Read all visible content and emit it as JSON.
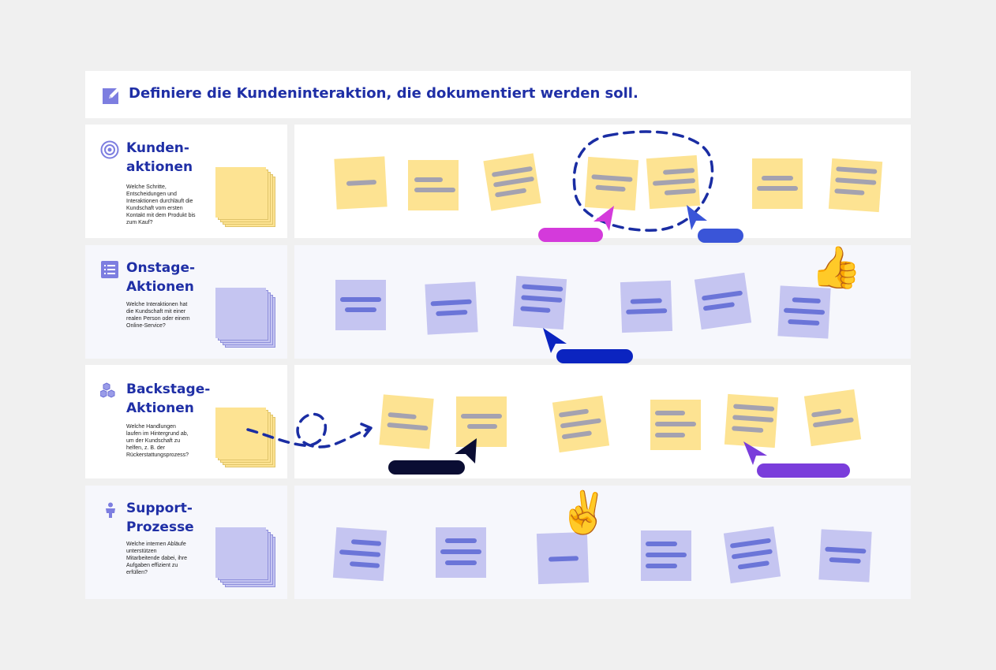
{
  "header": {
    "title": "Definiere die Kundeninteraktion, die dokumentiert werden soll.",
    "icon": "pencil-square-icon"
  },
  "lanes": [
    {
      "title": "Kunden-\naktionen",
      "description": "Welche Schritte,\nEntscheidungen und\nInteraktionen durchläuft die\nKundschaft vom ersten\nKontakt mit dem Produkt bis\nzum Kauf?",
      "icon": "target-icon",
      "note_color": "yellow"
    },
    {
      "title": "Onstage-\nAktionen",
      "description": "Welche Interaktionen hat\ndie Kundschaft mit einer\nrealen Person oder einem\nOnline-Service?",
      "icon": "list-icon",
      "note_color": "purple"
    },
    {
      "title": "Backstage-\nAktionen",
      "description": "Welche Handlungen\nlaufen im Hintergrund ab,\num der Kundschaft zu\nhelfen, z. B. der\nRückerstattungsprozess?",
      "icon": "cubes-icon",
      "note_color": "yellow"
    },
    {
      "title": "Support-\nProzesse",
      "description": "Welche internen Abläufe\nunterstützen\nMitarbeitende dabei, ihre\nAufgaben effizient zu\nerfüllen?",
      "icon": "person-icon",
      "note_color": "purple"
    }
  ],
  "reactions": [
    {
      "name": "thumbs-up-icon",
      "emoji": "👍"
    },
    {
      "name": "victory-hand-icon",
      "emoji": "✌️"
    }
  ],
  "cursors": [
    {
      "name": "cursor-magenta",
      "color": "#d43adb"
    },
    {
      "name": "cursor-blue",
      "color": "#3a55d8"
    },
    {
      "name": "cursor-navy",
      "color": "#0b24c0"
    },
    {
      "name": "cursor-black",
      "color": "#0a0d33"
    },
    {
      "name": "cursor-purple",
      "color": "#7a3ddb"
    }
  ],
  "colors": {
    "accent": "#1f2fa6",
    "sticky_yellow": "#fde392",
    "sticky_purple": "#c5c5f1",
    "background": "#f0f0f0"
  }
}
